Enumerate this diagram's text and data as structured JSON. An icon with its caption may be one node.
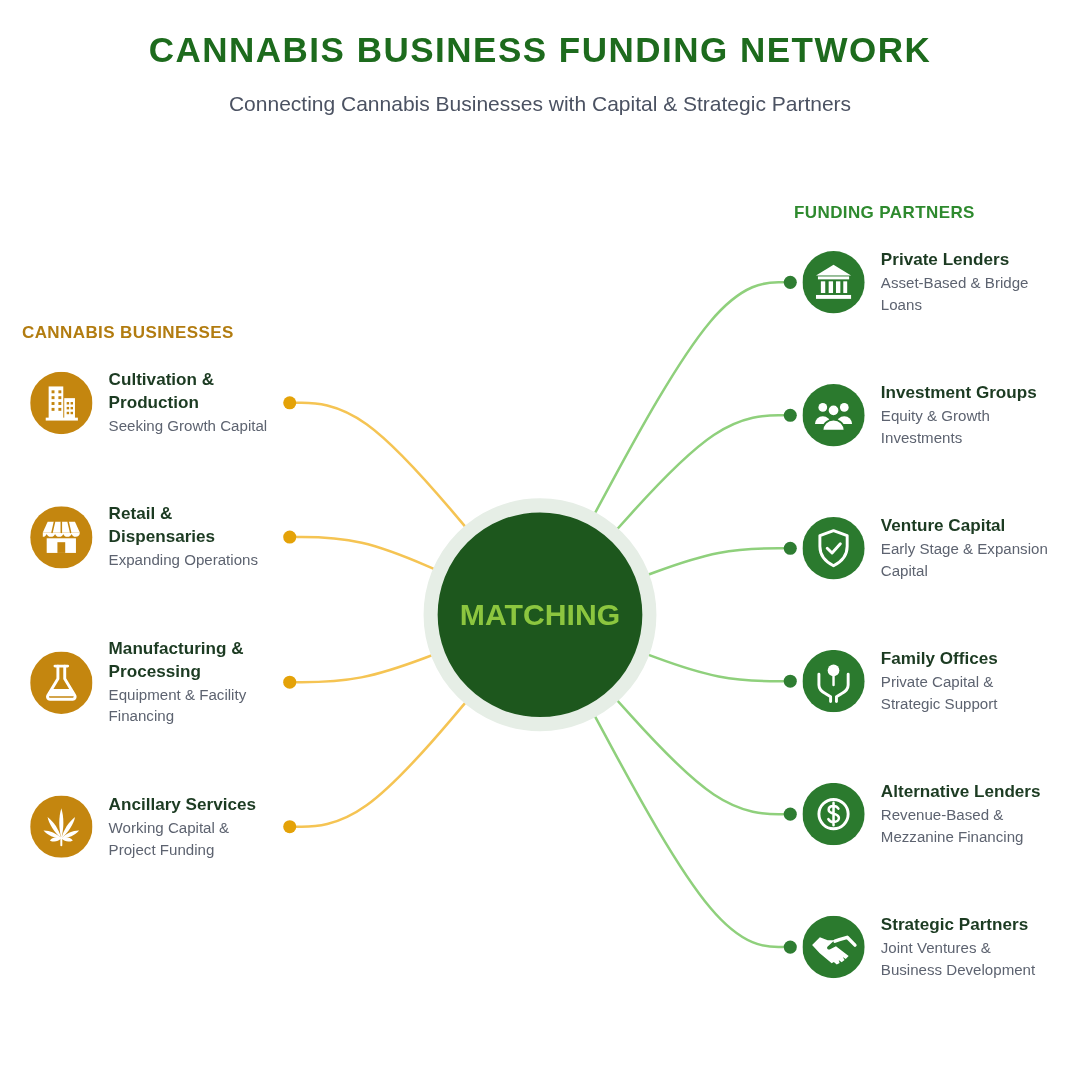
{
  "diagram": {
    "title": "CANNABIS BUSINESS FUNDING NETWORK",
    "nodes": [
      {
        "text": [
          "Cultivation & Production",
          "Seeking Growth Capital"
        ]
      },
      {
        "text": [
          "Retail & Dispensaries",
          "Expanding Operations"
        ]
      },
      {
        "text": [
          "Manufacturing & Processing",
          "Equipment & Facility Financing"
        ]
      },
      {
        "text": [
          "Ancillary Services",
          "Working Capital & Project Funding"
        ]
      },
      {
        "text": [
          "MATCHING"
        ]
      },
      {
        "text": [
          "Private Lenders",
          "Asset-Based & Bridge Loans"
        ]
      },
      {
        "text": [
          "Investment Groups",
          "Equity & Growth Investments"
        ]
      },
      {
        "text": [
          "Venture Capital",
          "Early Stage & Expansion Capital"
        ]
      },
      {
        "text": [
          "Family Offices",
          "Private Capital & Strategic Support"
        ]
      },
      {
        "text": [
          "Alternative Lenders",
          "Revenue-Based & Mezzanine Financing"
        ]
      },
      {
        "text": [
          "Strategic Partners",
          "Joint Ventures & Business Development"
        ]
      }
    ],
    "edges": [
      {
        "from": 0,
        "to": 4,
        "arrow": "other",
        "color": "#f5c453"
      },
      {
        "from": 1,
        "to": 4,
        "arrow": "other",
        "color": "#f5c453"
      },
      {
        "from": 2,
        "to": 4,
        "arrow": "other",
        "color": "#f5c453"
      },
      {
        "from": 3,
        "to": 4,
        "arrow": "other",
        "color": "#f5c453"
      },
      {
        "from": 4,
        "to": 5,
        "arrow": "other"
      },
      {
        "from": 4,
        "to": 6,
        "arrow": "other"
      },
      {
        "from": 4,
        "to": 7,
        "arrow": "other"
      },
      {
        "from": 4,
        "to": 8,
        "arrow": "other"
      },
      {
        "from": 4,
        "to": 9,
        "arrow": "other"
      },
      {
        "from": 4,
        "to": 10,
        "arrow": "other"
      }
    ],
    "labels": [
      "Connecting Cannabis Businesses with Capital & Strategic Partners",
      "CANNABIS BUSINESSES",
      "FUNDING PARTNERS"
    ]
  }
}
